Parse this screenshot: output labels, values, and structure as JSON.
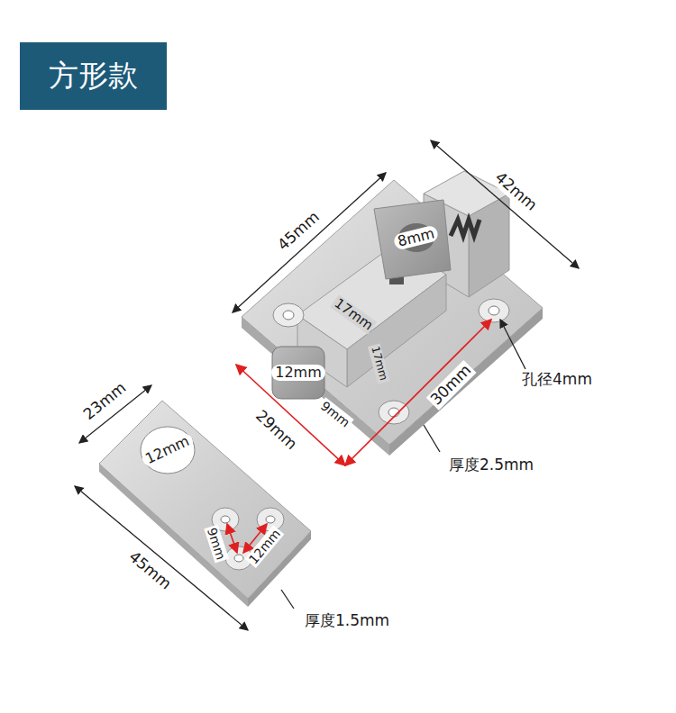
{
  "diagram": {
    "title": "方形款",
    "labels": [
      "45mm",
      "42mm",
      "8mm",
      "17mm",
      "12mm",
      "17mm",
      "9mm",
      "29mm",
      "30mm",
      "孔径4mm",
      "厚度2.5mm",
      "23mm",
      "12mm",
      "45mm",
      "9mm",
      "12mm",
      "厚度1.5mm"
    ]
  }
}
